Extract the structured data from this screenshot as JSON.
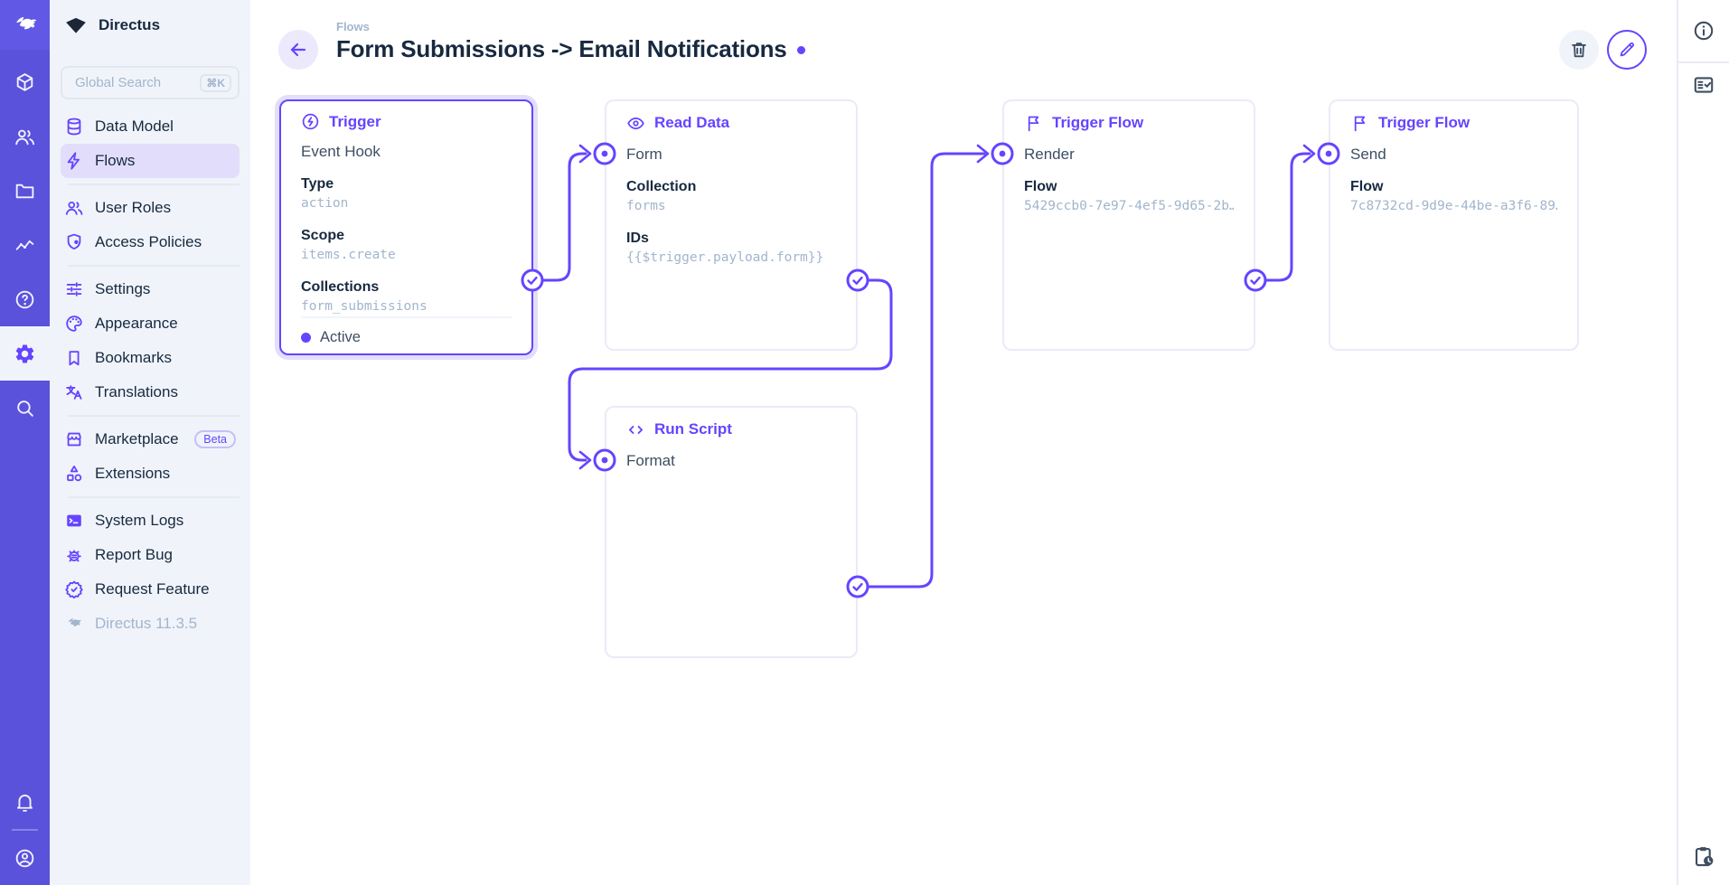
{
  "app": {
    "project_name": "Directus",
    "version": "Directus 11.3.5"
  },
  "colors": {
    "accent": "#6644FF",
    "module_bar": "#5A52DB",
    "module_bar_logo_tile": "#6158E6",
    "sidebar_bg": "#F0F4FA",
    "active_nav_pill": "#E2DDFB",
    "text_dark": "#172940",
    "text_muted": "#A2B5CD",
    "node_border": "#ECEAF8",
    "status_active": "#6644FF"
  },
  "module_bar": {
    "active_module": "settings",
    "icons": [
      "directus-rabbit-logo",
      "data-model-cube",
      "users",
      "files-folder",
      "insights",
      "help",
      "settings-gear",
      "search",
      "notifications-bell",
      "account-circle"
    ]
  },
  "sidebar": {
    "search": {
      "placeholder": "Global Search",
      "shortcut": "⌘K"
    },
    "beta_badge": "Beta",
    "groups": [
      {
        "items": [
          {
            "label": "Data Model"
          },
          {
            "label": "Flows",
            "active": true
          }
        ]
      },
      {
        "items": [
          {
            "label": "User Roles"
          },
          {
            "label": "Access Policies"
          }
        ]
      },
      {
        "items": [
          {
            "label": "Settings"
          },
          {
            "label": "Appearance"
          },
          {
            "label": "Bookmarks"
          },
          {
            "label": "Translations"
          }
        ]
      },
      {
        "items": [
          {
            "label": "Marketplace",
            "badge": "Beta"
          },
          {
            "label": "Extensions"
          }
        ]
      },
      {
        "items": [
          {
            "label": "System Logs"
          },
          {
            "label": "Report Bug"
          },
          {
            "label": "Request Feature"
          }
        ]
      }
    ]
  },
  "header": {
    "breadcrumb": "Flows",
    "title": "Form Submissions -> Email Notifications",
    "actions": [
      "delete-flow",
      "edit-flow"
    ]
  },
  "flow": {
    "nodes": [
      {
        "type": "Trigger",
        "icon": "bolt-circle",
        "name": "Event Hook",
        "status": "Active",
        "fields": [
          {
            "label": "Type",
            "value": "action"
          },
          {
            "label": "Scope",
            "value": "items.create"
          },
          {
            "label": "Collections",
            "value": "form_submissions"
          }
        ]
      },
      {
        "type": "Read Data",
        "icon": "eye",
        "name": "Form",
        "fields": [
          {
            "label": "Collection",
            "value": "forms"
          },
          {
            "label": "IDs",
            "value": "{{$trigger.payload.form}}"
          }
        ]
      },
      {
        "type": "Trigger Flow",
        "icon": "flag",
        "name": "Render",
        "fields": [
          {
            "label": "Flow",
            "value": "5429ccb0-7e97-4ef5-9d65-2b…"
          }
        ]
      },
      {
        "type": "Trigger Flow",
        "icon": "flag",
        "name": "Send",
        "fields": [
          {
            "label": "Flow",
            "value": "7c8732cd-9d9e-44be-a3f6-89…"
          }
        ]
      },
      {
        "type": "Run Script",
        "icon": "code",
        "name": "Format",
        "fields": []
      }
    ]
  },
  "right_bar": {
    "icons": [
      "info",
      "fact-check",
      "pending-revisions"
    ]
  }
}
